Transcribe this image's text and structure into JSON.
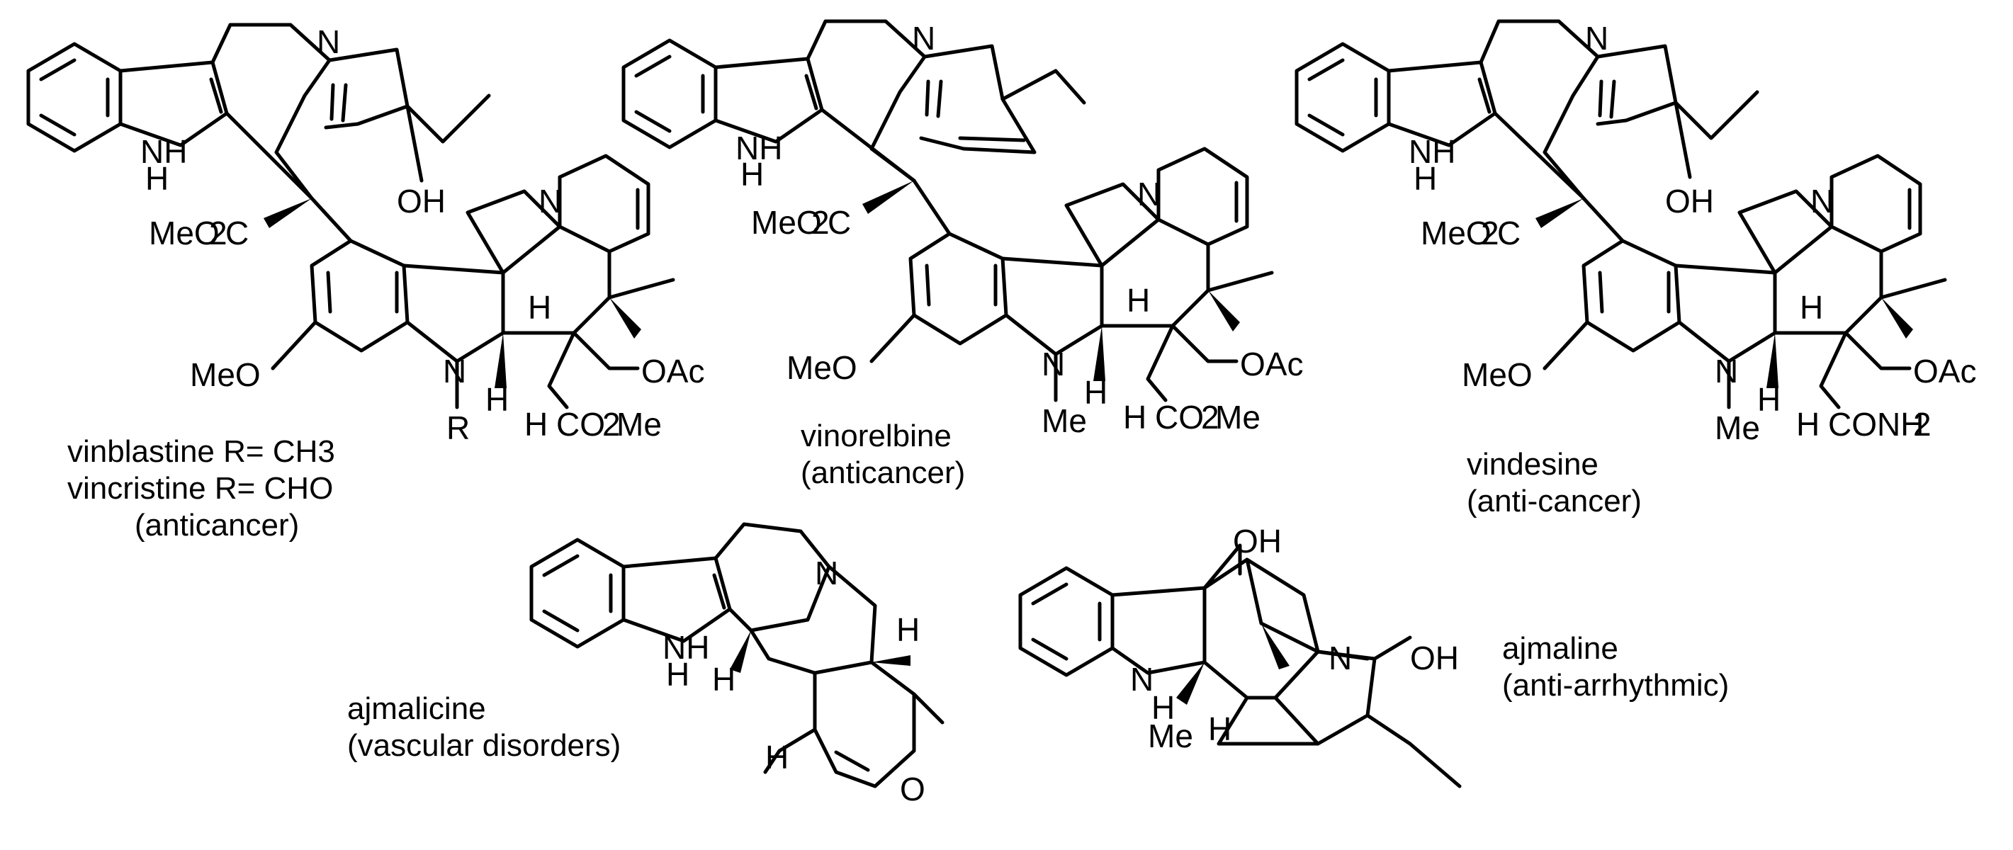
{
  "figure": {
    "compounds": [
      {
        "id": "vinblastine",
        "lines": [
          "vinblastine  R= CH3",
          "vincristine  R= CHO",
          "(anticancer)"
        ]
      },
      {
        "id": "vinorelbine",
        "lines": [
          "vinorelbine",
          "(anticancer)"
        ]
      },
      {
        "id": "vindesine",
        "lines": [
          "vindesine",
          "(anti-cancer)"
        ]
      },
      {
        "id": "ajmalicine",
        "lines": [
          "ajmalicine",
          "(vascular disorders)"
        ]
      },
      {
        "id": "ajmaline",
        "lines": [
          "ajmaline",
          "(anti-arrhythmic)"
        ]
      }
    ],
    "atom_labels": {
      "N": "N",
      "NH": "NH",
      "H": "H",
      "O": "O",
      "OH": "OH",
      "R": "R",
      "MeO2C": "MeO2C",
      "MeO": "MeO",
      "OAc": "OAc",
      "CO2Me": "CO2Me",
      "CONH2": "CONH2",
      "Me": "Me"
    }
  }
}
